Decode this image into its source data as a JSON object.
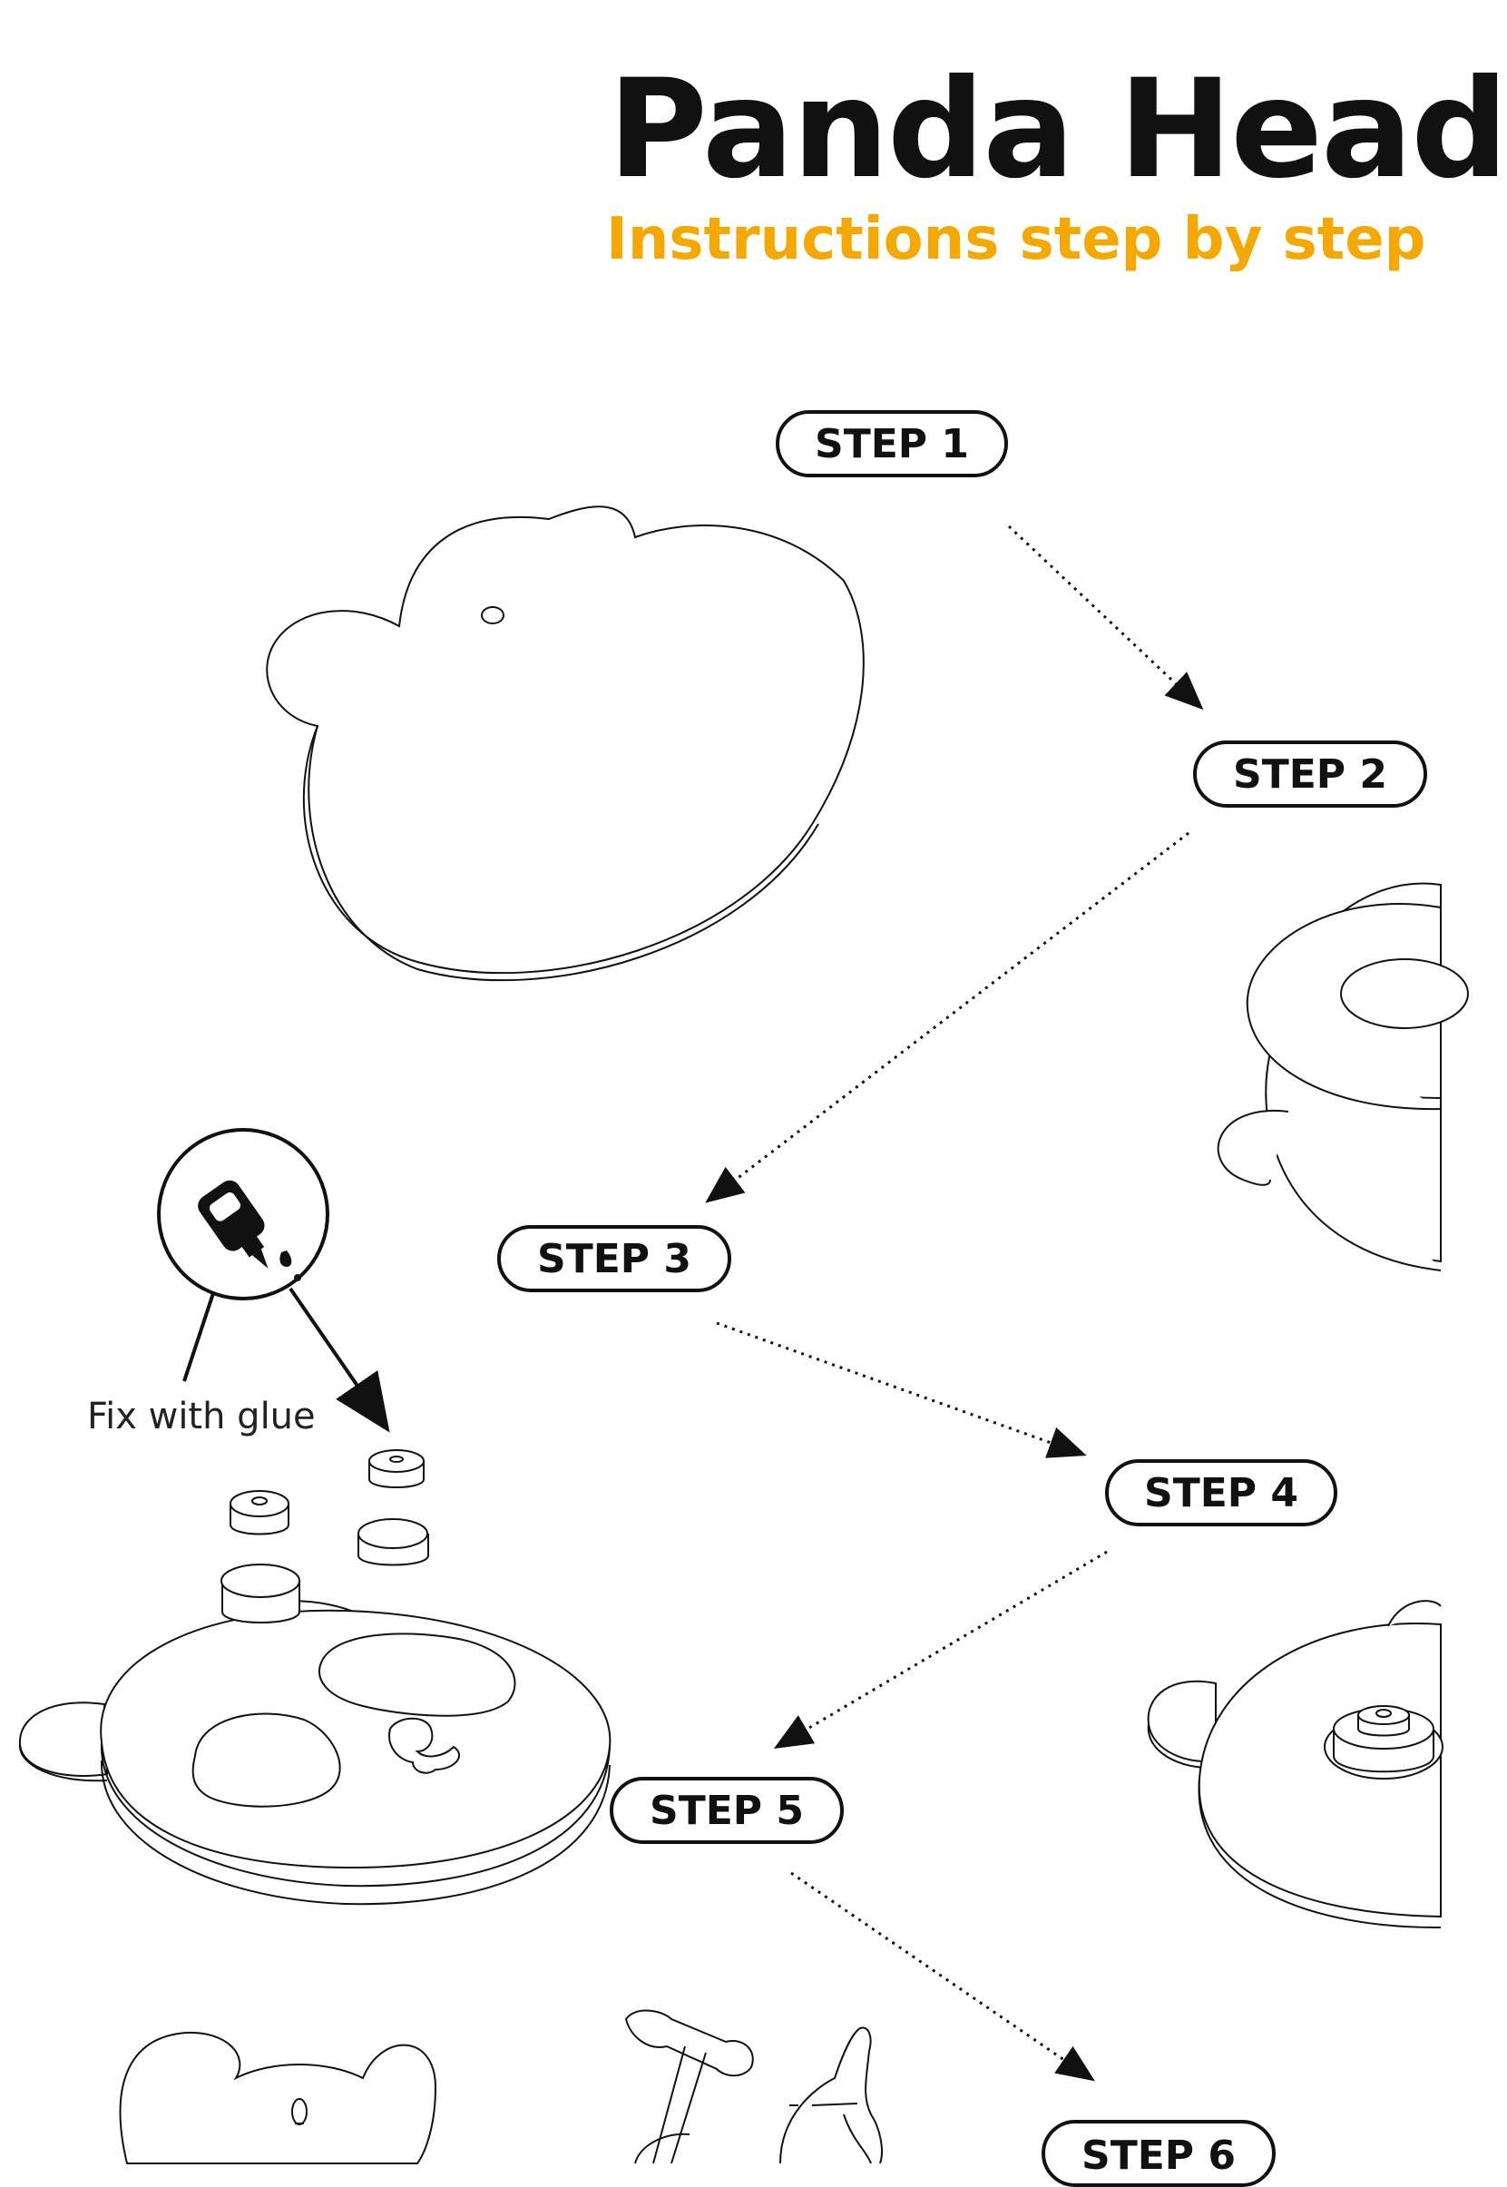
{
  "header": {
    "title": "Panda Head",
    "subtitle": "Instructions step by step",
    "subtitle_color": "#F5A800"
  },
  "steps": [
    {
      "label": "STEP 1"
    },
    {
      "label": "STEP 2"
    },
    {
      "label": "STEP 3"
    },
    {
      "label": "STEP 4"
    },
    {
      "label": "STEP 5"
    },
    {
      "label": "STEP 6"
    }
  ],
  "annotations": {
    "glue_label": "Fix with glue",
    "glue_icon": "glue-bottle-icon"
  },
  "colors": {
    "line": "#111111",
    "background": "#ffffff"
  }
}
